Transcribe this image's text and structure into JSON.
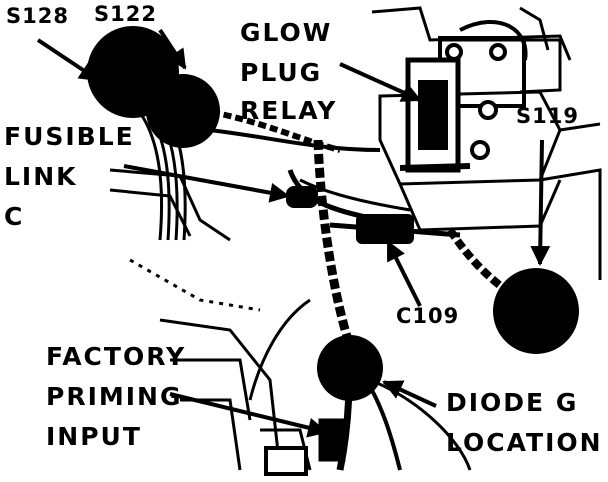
{
  "labels": {
    "s128": "S128",
    "s122": "S122",
    "glow_plug_relay": [
      "GLOW",
      "PLUG",
      "RELAY"
    ],
    "fusible_link": [
      "FUSIBLE",
      "LINK",
      "C"
    ],
    "s119": "S119",
    "c109": "C109",
    "factory_priming_input": [
      "FACTORY",
      "PRIMING",
      "INPUT"
    ],
    "diode_g_location": [
      "DIODE G",
      "LOCATION"
    ]
  },
  "colors": {
    "ink": "#000000",
    "paper": "#ffffff"
  }
}
